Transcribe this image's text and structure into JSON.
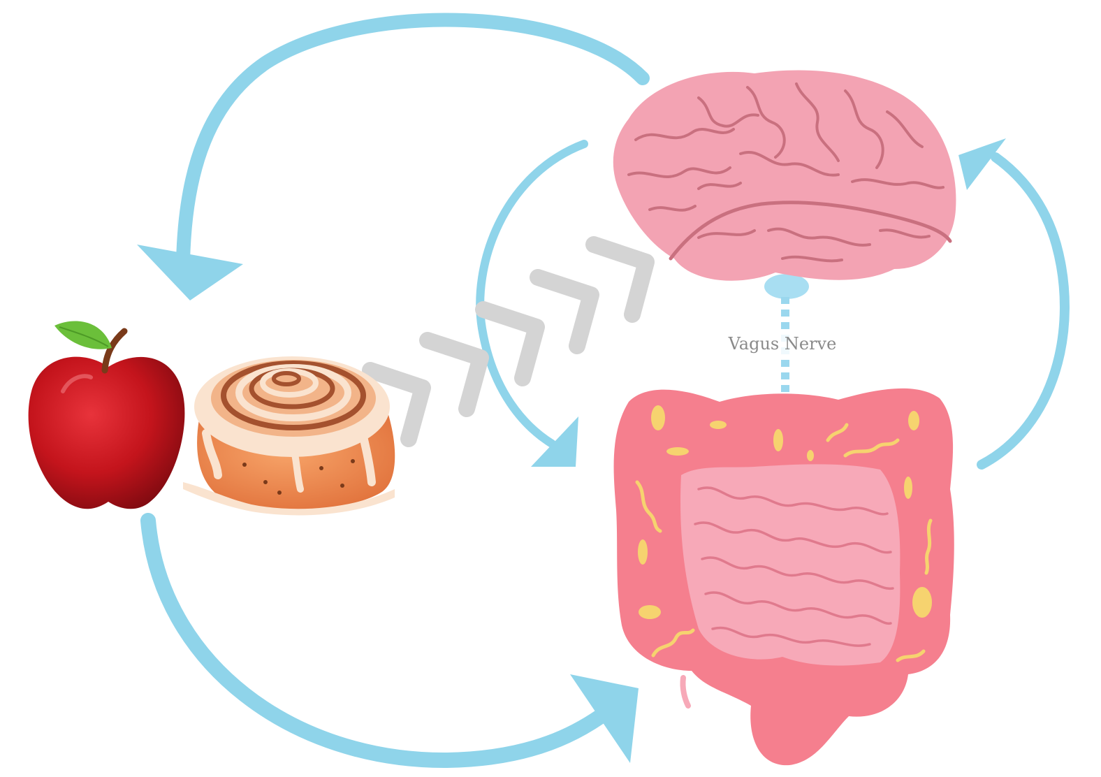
{
  "diagram": {
    "labels": {
      "vagus_nerve": "Vagus Nerve"
    },
    "nodes": [
      {
        "id": "apple",
        "icon": "apple-icon"
      },
      {
        "id": "cinnamon-roll",
        "icon": "cinnamon-roll-icon"
      },
      {
        "id": "brain",
        "icon": "brain-icon"
      },
      {
        "id": "gut",
        "icon": "intestines-icon"
      }
    ],
    "connections": [
      {
        "from": "brain",
        "to": "food",
        "style": "curved-arrow"
      },
      {
        "from": "food",
        "to": "gut",
        "style": "curved-arrow"
      },
      {
        "from": "gut",
        "to": "brain",
        "style": "curved-arrow"
      },
      {
        "from": "brain",
        "to": "gut",
        "style": "curved-arrow"
      },
      {
        "from": "food",
        "to": "brain",
        "style": "chevrons"
      },
      {
        "from": "brain",
        "to": "gut",
        "style": "dotted-line",
        "label_key": "vagus_nerve"
      }
    ],
    "colors": {
      "arrow": "#8fd4ea",
      "chevron": "#d4d4d4",
      "brain": "#f3a3b3",
      "brain_folds": "#c9707f",
      "gut_outer": "#f57f8e",
      "gut_inner": "#f7a9b8",
      "gut_folds": "#e07a8d",
      "bacteria": "#f6d36f",
      "apple": "#c4141c",
      "apple_leaf": "#6bbf3a",
      "roll": "#f08a4b",
      "roll_icing": "#fae3cf",
      "roll_swirl": "#a4512e",
      "nerve": "#9ad7ee"
    }
  }
}
